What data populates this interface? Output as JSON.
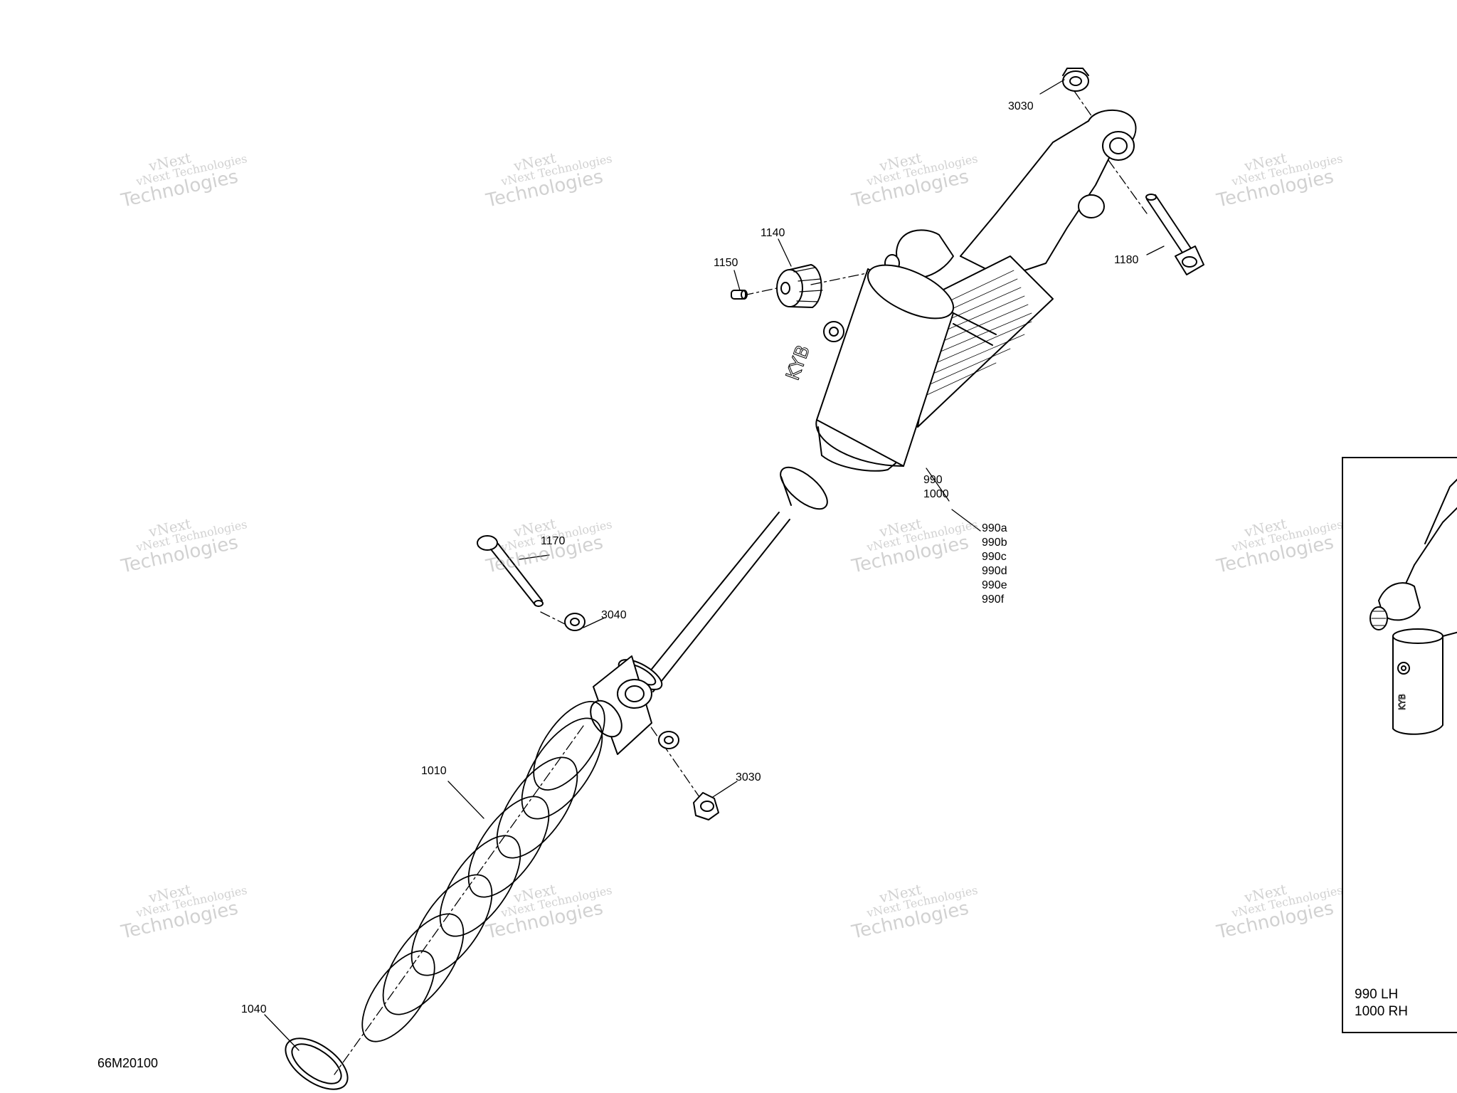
{
  "diagram_code": "66M20100",
  "callouts": {
    "c3030_top": "3030",
    "c1180": "1180",
    "c1140": "1140",
    "c1150": "1150",
    "c990": "990",
    "c1000": "1000",
    "c990a": "990a",
    "c990b": "990b",
    "c990c": "990c",
    "c990d": "990d",
    "c990e": "990e",
    "c990f": "990f",
    "c1170": "1170",
    "c3040": "3040",
    "c3030_bottom": "3030",
    "c1010": "1010",
    "c1040": "1040"
  },
  "inset": {
    "line1": "990 LH",
    "line2": "1000 RH"
  },
  "watermark": {
    "line1": "vNext",
    "line2": "vNext Technologies",
    "line3": "Technologies"
  }
}
